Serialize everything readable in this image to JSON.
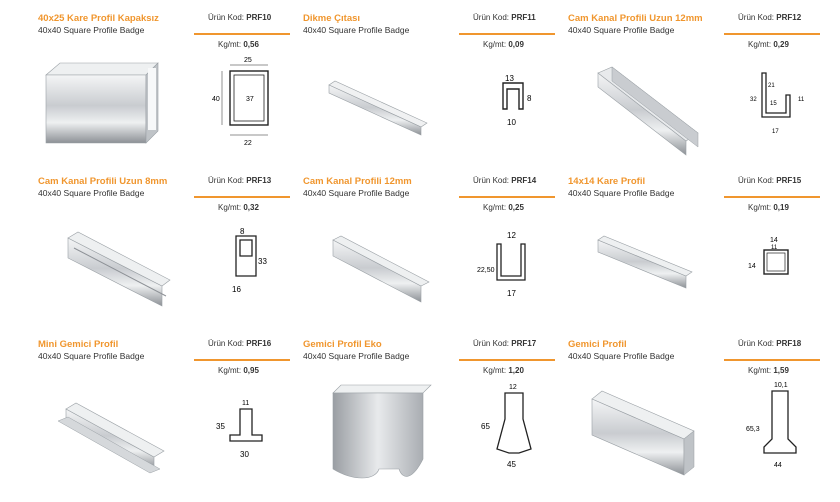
{
  "subtitle": "40x40 Square Profile Badge",
  "code_label": "Ürün Kod:",
  "kg_label": "Kg/mt:",
  "products": [
    {
      "title": "40x25 Kare Profil Kapaksız",
      "code": "PRF10",
      "kg": "0,56",
      "dims": [
        "25",
        "40",
        "37",
        "22"
      ]
    },
    {
      "title": "Dikme Çıtası",
      "code": "PRF11",
      "kg": "0,09",
      "dims": [
        "13",
        "8",
        "10"
      ]
    },
    {
      "title": "Cam Kanal Profili Uzun 12mm",
      "code": "PRF12",
      "kg": "0,29",
      "dims": [
        "21",
        "32",
        "15",
        "11",
        "17"
      ]
    },
    {
      "title": "Cam Kanal Profili Uzun 8mm",
      "code": "PRF13",
      "kg": "0,32",
      "dims": [
        "8",
        "33",
        "16"
      ]
    },
    {
      "title": "Cam Kanal Profili 12mm",
      "code": "PRF14",
      "kg": "0,25",
      "dims": [
        "12",
        "22,50",
        "17"
      ]
    },
    {
      "title": "14x14 Kare Profil",
      "code": "PRF15",
      "kg": "0,19",
      "dims": [
        "14",
        "11",
        "14"
      ]
    },
    {
      "title": "Mini Gemici Profil",
      "code": "PRF16",
      "kg": "0,95",
      "dims": [
        "11",
        "35",
        "30"
      ]
    },
    {
      "title": "Gemici Profil Eko",
      "code": "PRF17",
      "kg": "1,20",
      "dims": [
        "12",
        "65",
        "45"
      ]
    },
    {
      "title": "Gemici Profil",
      "code": "PRF18",
      "kg": "1,59",
      "dims": [
        "10,1",
        "65,3",
        "44"
      ]
    }
  ],
  "colors": {
    "accent": "#f0962e",
    "metal_light": "#e6e8ea",
    "metal_dark": "#8d9196"
  },
  "icons": [
    "aluminium-profile-photo",
    "technical-cross-section-drawing"
  ]
}
